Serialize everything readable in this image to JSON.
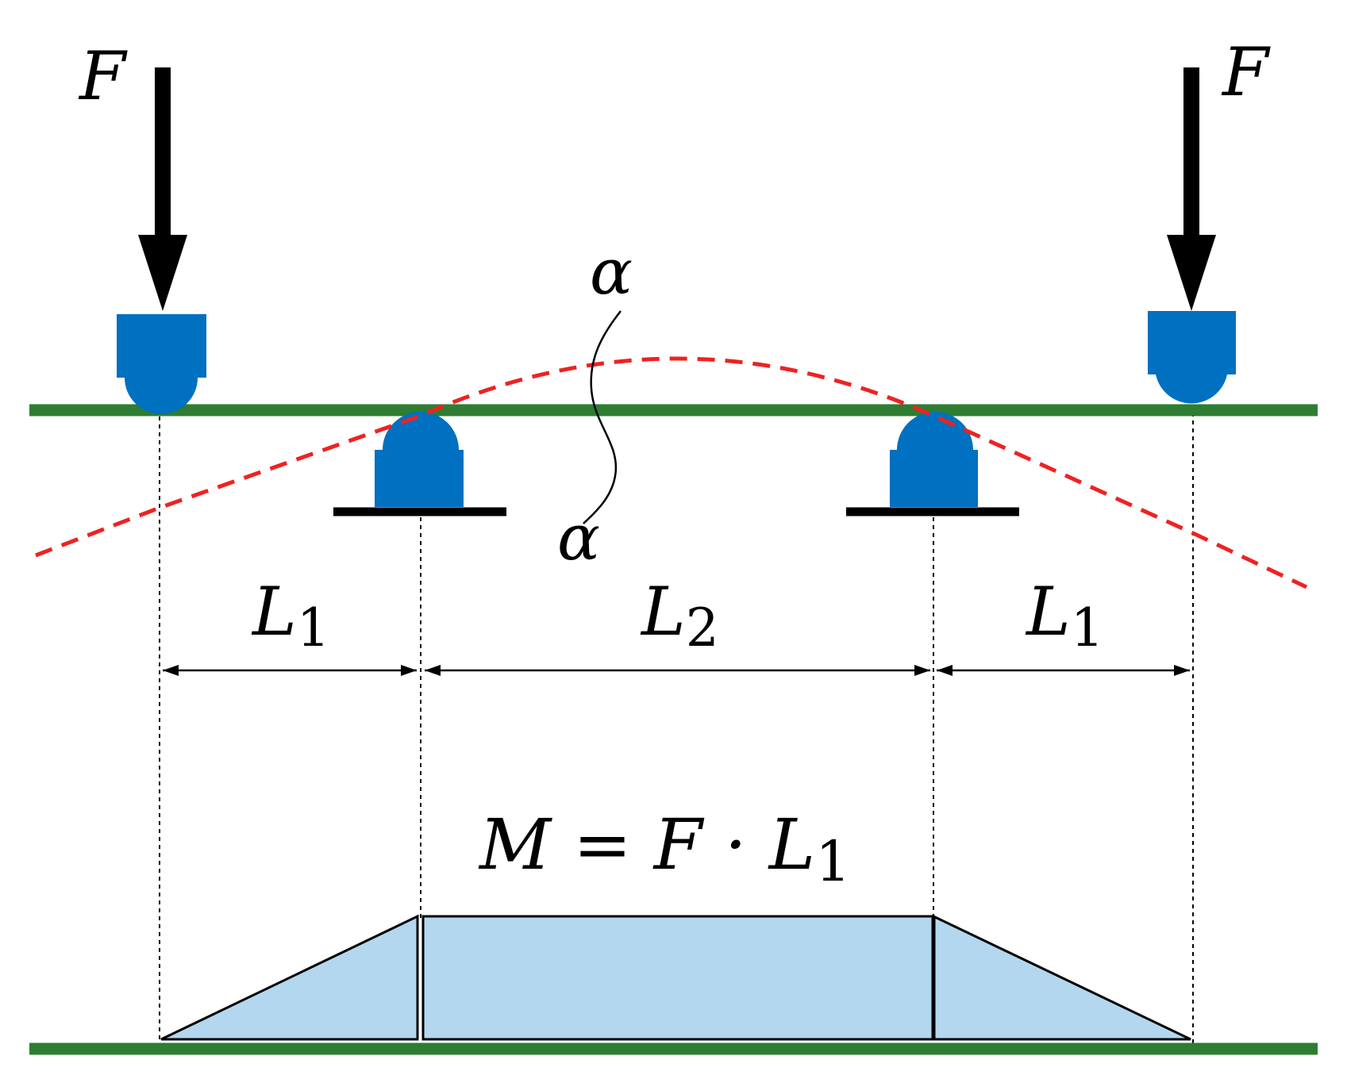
{
  "labels": {
    "force_left": "F",
    "force_right": "F",
    "angle_top": "α",
    "angle_bottom": "α",
    "span_left": {
      "main": "L",
      "sub": "1"
    },
    "span_middle": {
      "main": "L",
      "sub": "2"
    },
    "span_right": {
      "main": "L",
      "sub": "1"
    },
    "moment": {
      "lhs": "M",
      "eq": " = ",
      "rhs": "F · L",
      "sub": "1"
    }
  },
  "colors": {
    "beam": "#2e7d32",
    "roller": "#0070c0",
    "deflection": "#ee2222",
    "moment_fill": "#b3d7ee",
    "ink": "#000000"
  }
}
